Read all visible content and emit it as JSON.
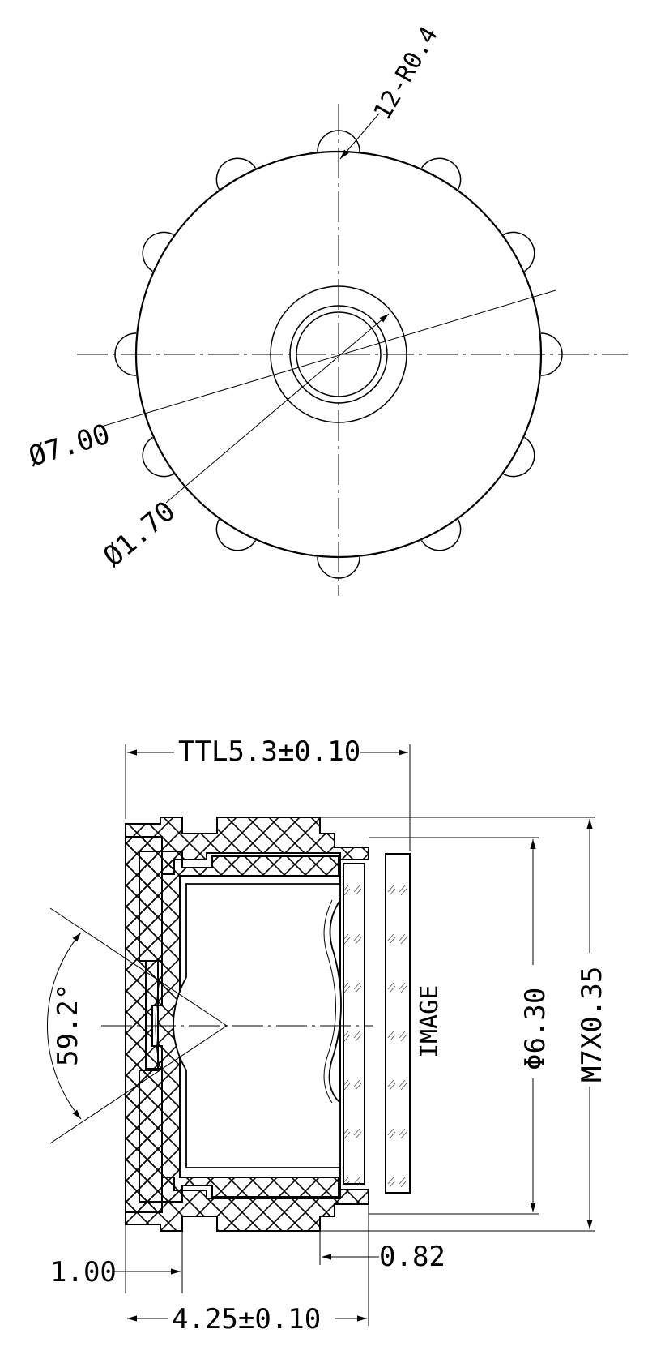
{
  "front_view": {
    "notch_note": "12-R0.4",
    "outer_diameter": "Ø7.00",
    "aperture_diameter": "Ø1.70"
  },
  "section_view": {
    "ttl": "TTL5.3±0.10",
    "fov": "59.2°",
    "image_label": "IMAGE",
    "barrel_diameter": "Φ6.30",
    "thread": "M7X0.35",
    "front_offset": "1.00",
    "glass_gap": "0.82",
    "length": "4.25±0.10"
  }
}
